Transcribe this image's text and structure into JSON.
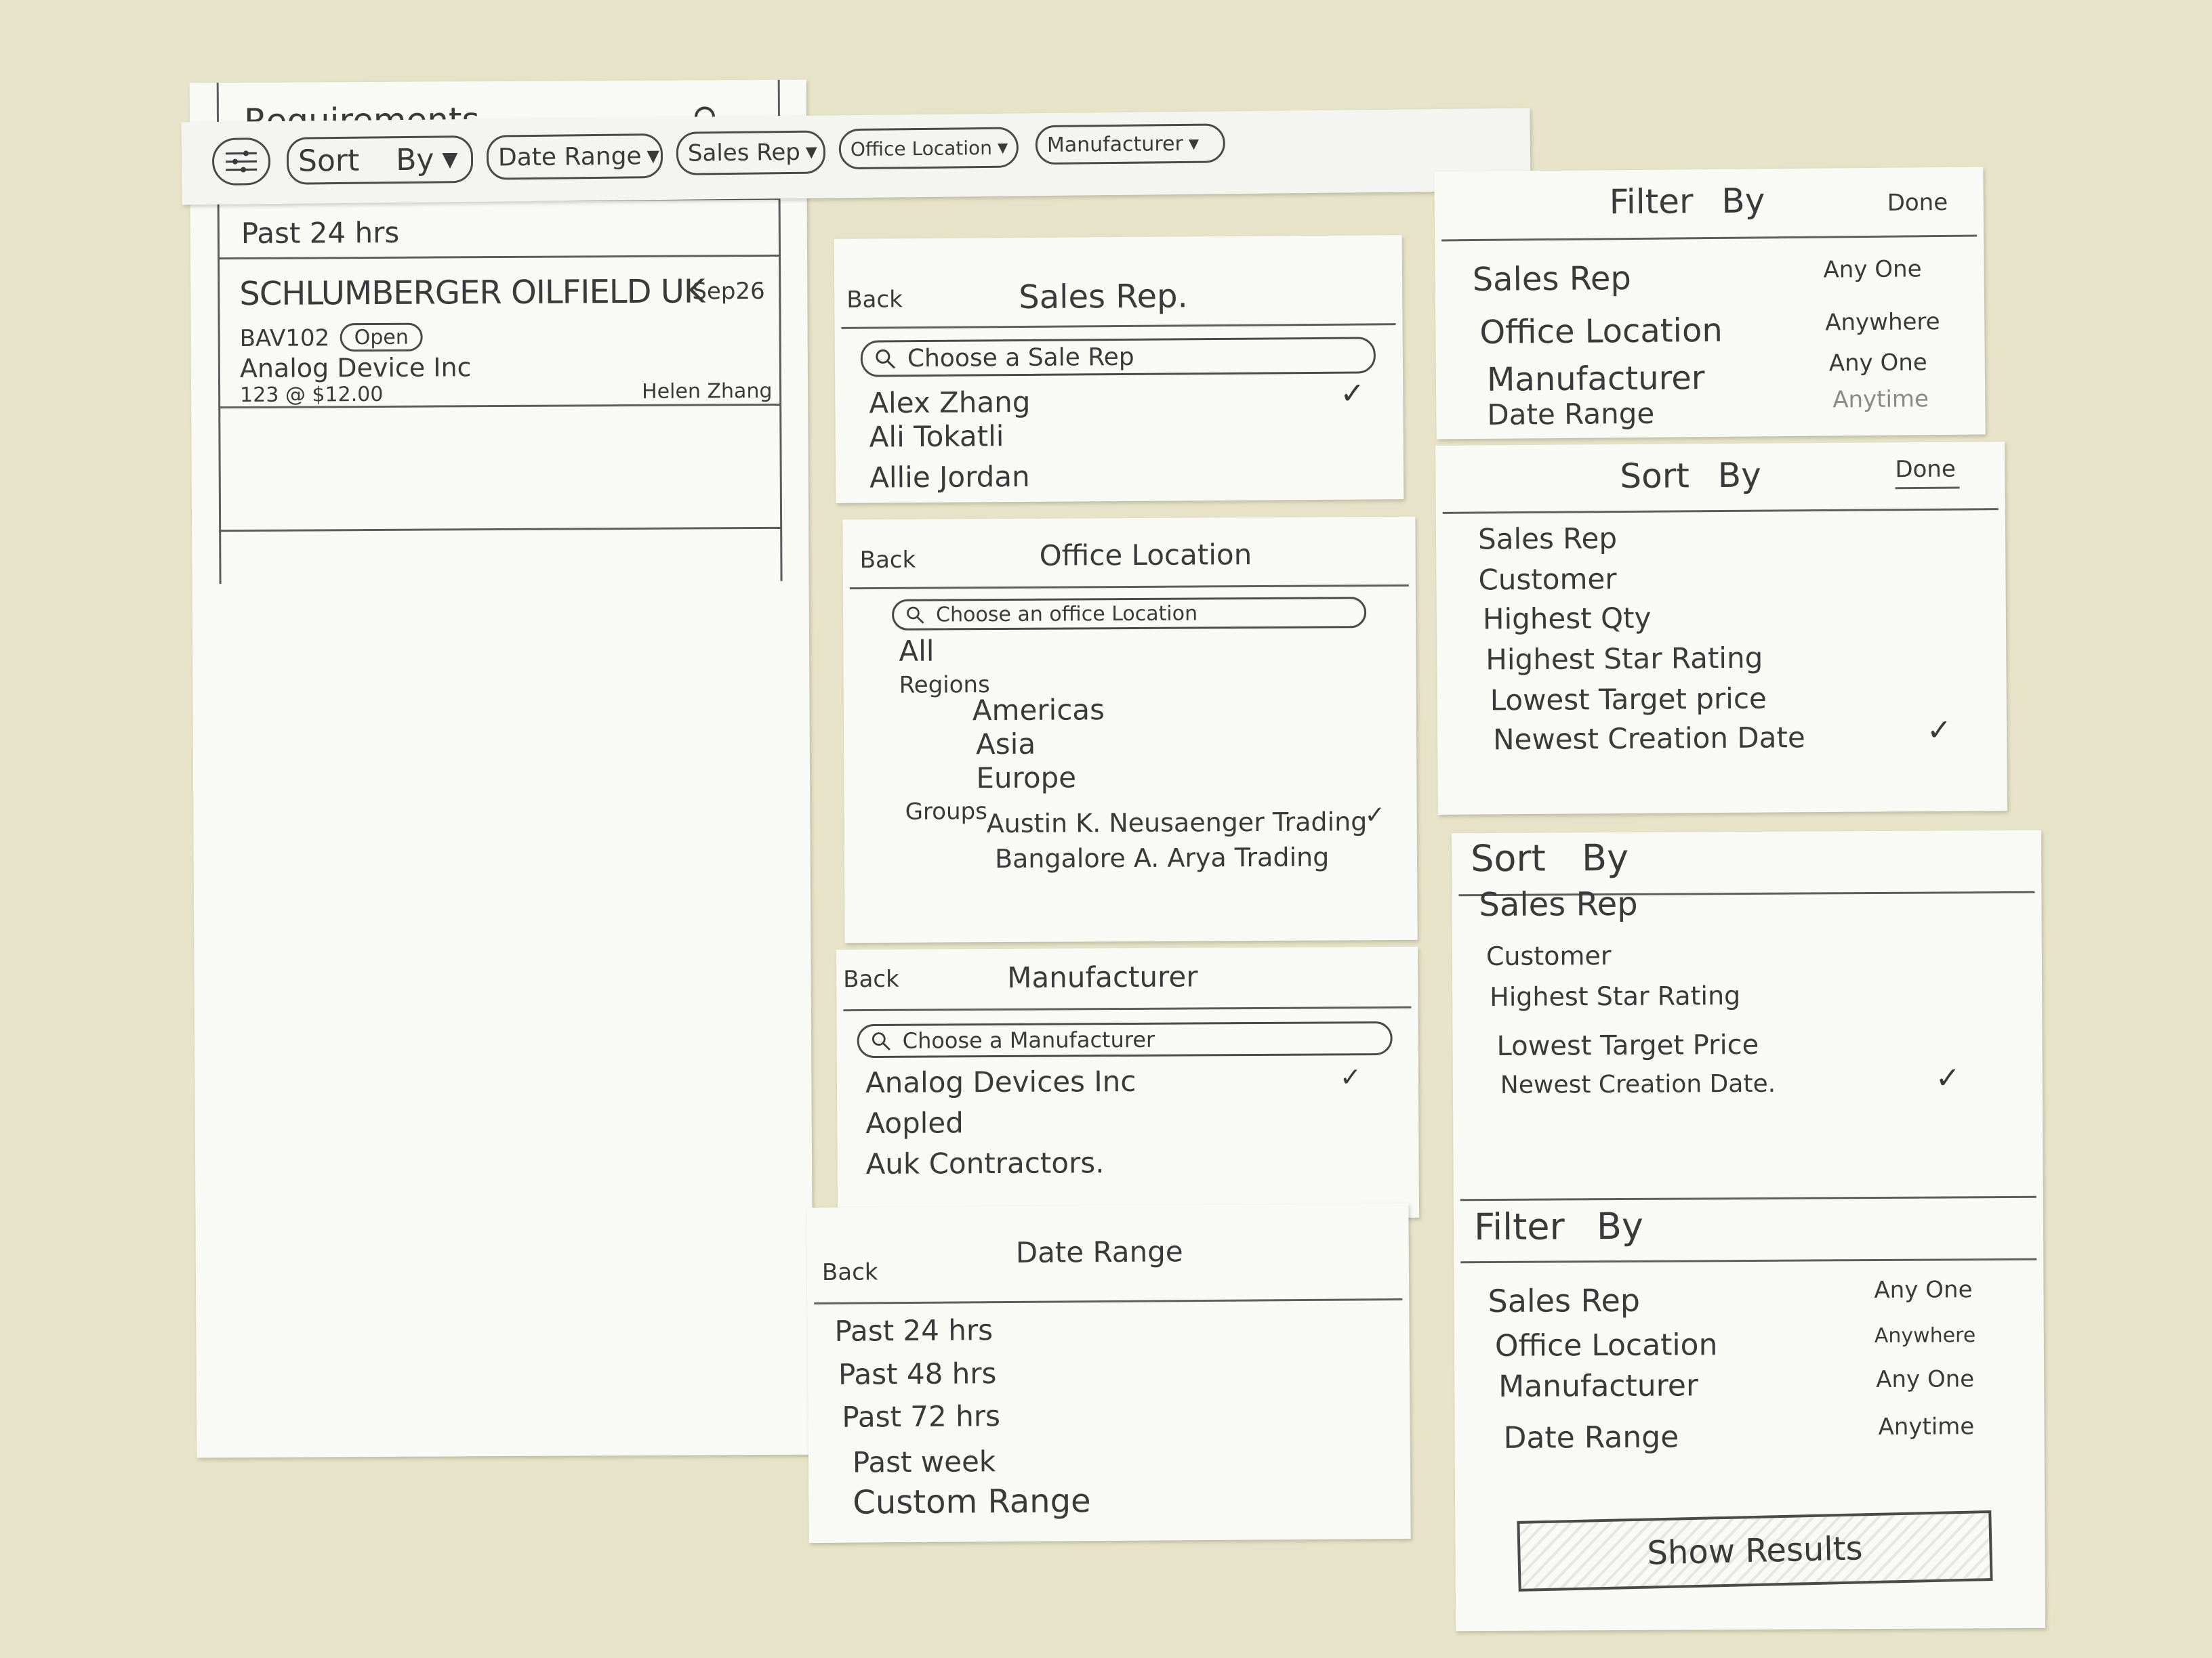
{
  "main": {
    "title": "Requirements",
    "filters": [
      "Sort By",
      "Date Range",
      "Sales Rep",
      "Office Location",
      "Manufacturer"
    ],
    "section": "Past 24 hrs",
    "item": {
      "company": "SCHLUMBERGER OILFIELD UK",
      "date": "Sep26",
      "code": "BAV102",
      "status": "Open",
      "manufacturer": "Analog Device Inc",
      "qty_price": "123 @ $12.00",
      "rep": "Helen Zhang"
    }
  },
  "sales_rep": {
    "back": "Back",
    "title": "Sales Rep.",
    "placeholder": "Choose a Sale Rep",
    "items": [
      "Alex Zhang",
      "Ali Tokatli",
      "Allie Jordan"
    ]
  },
  "office_location": {
    "back": "Back",
    "title": "Office Location",
    "placeholder": "Choose an office Location",
    "all": "All",
    "regions_label": "Regions",
    "regions": [
      "Americas",
      "Asia",
      "Europe"
    ],
    "groups_label": "Groups",
    "groups": [
      "Austin K. Neusaenger Trading",
      "Bangalore A. Arya Trading"
    ]
  },
  "manufacturer": {
    "back": "Back",
    "title": "Manufacturer",
    "placeholder": "Choose a Manufacturer",
    "items": [
      "Analog Devices Inc",
      "Aopled",
      "Auk Contractors."
    ]
  },
  "date_range": {
    "back": "Back",
    "title": "Date Range",
    "items": [
      "Past 24 hrs",
      "Past 48 hrs",
      "Past 72 hrs",
      "Past week",
      "Custom Range"
    ]
  },
  "filter_top": {
    "title": "Filter By",
    "done": "Done",
    "rows": [
      {
        "label": "Sales Rep",
        "value": "Any One"
      },
      {
        "label": "Office Location",
        "value": "Anywhere"
      },
      {
        "label": "Manufacturer",
        "value": "Any One"
      },
      {
        "label": "Date Range",
        "value": "Anytime"
      }
    ]
  },
  "sort_top": {
    "title": "Sort By",
    "done": "Done",
    "items": [
      "Sales Rep",
      "Customer",
      "Highest Qty",
      "Highest Star Rating",
      "Lowest Target price",
      "Newest Creation Date"
    ]
  },
  "sort_bottom": {
    "title": "Sort By",
    "items": [
      "Sales Rep",
      "Customer",
      "Highest Star Rating",
      "Lowest Target Price",
      "Newest Creation Date."
    ]
  },
  "filter_bottom": {
    "title": "Filter By",
    "rows": [
      {
        "label": "Sales Rep",
        "value": "Any One"
      },
      {
        "label": "Office Location",
        "value": "Anywhere"
      },
      {
        "label": "Manufacturer",
        "value": "Any One"
      },
      {
        "label": "Date Range",
        "value": "Anytime"
      }
    ],
    "button": "Show Results"
  }
}
